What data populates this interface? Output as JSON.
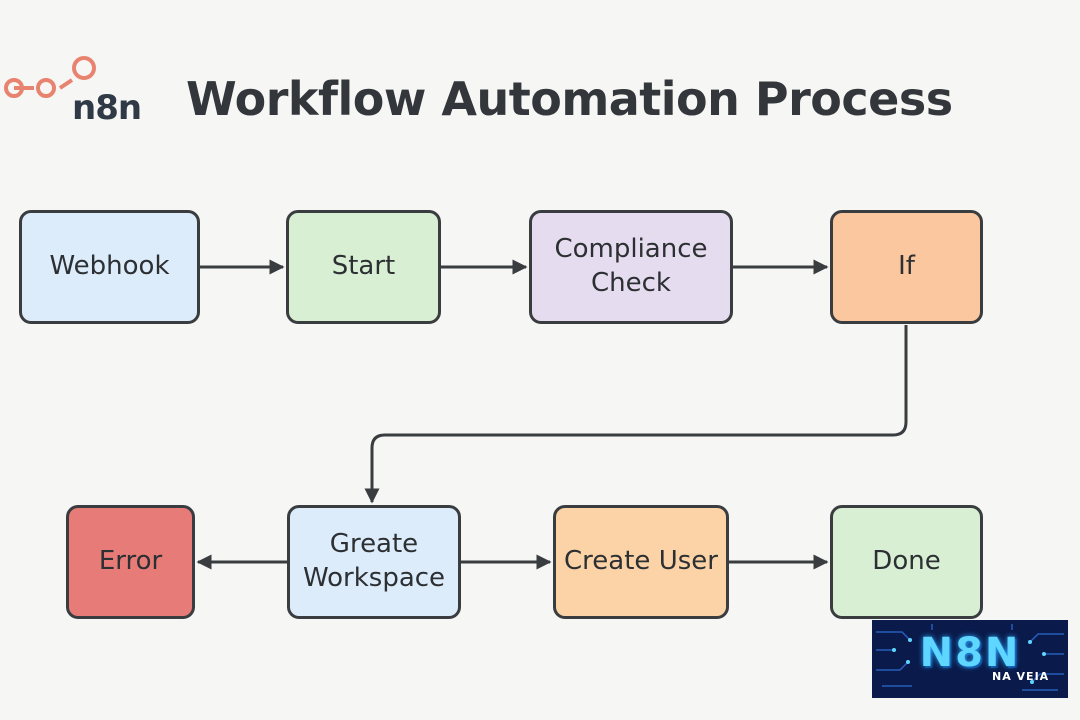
{
  "header": {
    "logo_text": "n8n",
    "title": "Workflow Automation Process"
  },
  "colors": {
    "blue": "#dcecfb",
    "green": "#d8efd4",
    "purple": "#e6dcef",
    "orange": "#fbc79e",
    "peach": "#fbd3a6",
    "red": "#e77b77",
    "stroke": "#3a3d40",
    "logo": "#e8836f"
  },
  "nodes": {
    "webhook": {
      "label": "Webhook",
      "fill": "#dcecfb"
    },
    "start": {
      "label": "Start",
      "fill": "#d8efd4"
    },
    "compliance": {
      "label": "Compliance Check",
      "fill": "#e6dcef"
    },
    "if": {
      "label": "If",
      "fill": "#fbc79e"
    },
    "error": {
      "label": "Error",
      "fill": "#e77b77"
    },
    "workspace": {
      "label": "Greate Workspace",
      "fill": "#dcecfb"
    },
    "user": {
      "label": "Create User",
      "fill": "#fbd3a6"
    },
    "done": {
      "label": "Done",
      "fill": "#d8efd4"
    }
  },
  "edges": [
    {
      "from": "webhook",
      "to": "start"
    },
    {
      "from": "start",
      "to": "compliance"
    },
    {
      "from": "compliance",
      "to": "if"
    },
    {
      "from": "if",
      "to": "workspace"
    },
    {
      "from": "workspace",
      "to": "error"
    },
    {
      "from": "workspace",
      "to": "user"
    },
    {
      "from": "user",
      "to": "done"
    }
  ],
  "badge": {
    "main": "N8N",
    "sub": "NA VEIA"
  }
}
